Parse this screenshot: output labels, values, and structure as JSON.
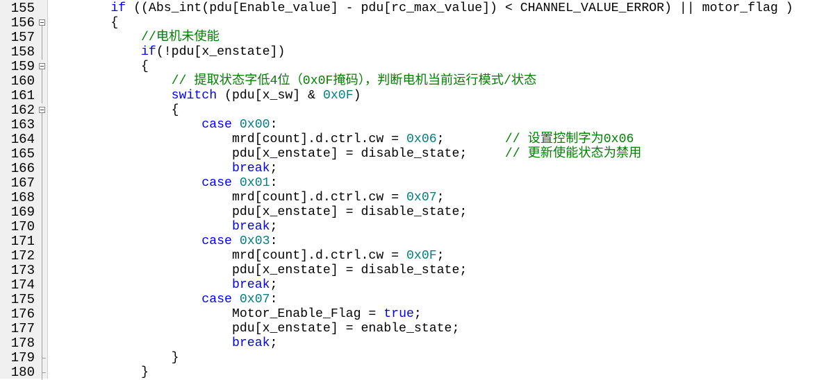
{
  "colors": {
    "gutter_bg": "#f0f0f0",
    "keyword": "#0000ff",
    "number": "#008080",
    "comment": "#008000",
    "text": "#000000"
  },
  "lines": [
    {
      "n": "155",
      "fold": "none",
      "segs": [
        {
          "t": "        "
        },
        {
          "t": "if",
          "c": "kw"
        },
        {
          "t": " ((Abs_int(pdu[Enable_value] - pdu[rc_max_value]) < CHANNEL_VALUE_ERROR) || motor_flag )"
        }
      ]
    },
    {
      "n": "156",
      "fold": "open",
      "segs": [
        {
          "t": "        {"
        }
      ]
    },
    {
      "n": "157",
      "fold": "line",
      "segs": [
        {
          "t": "            "
        },
        {
          "t": "//电机未使能",
          "c": "cm"
        }
      ]
    },
    {
      "n": "158",
      "fold": "line",
      "segs": [
        {
          "t": "            "
        },
        {
          "t": "if",
          "c": "kw"
        },
        {
          "t": "(!pdu[x_enstate])"
        }
      ]
    },
    {
      "n": "159",
      "fold": "open",
      "segs": [
        {
          "t": "            {"
        }
      ]
    },
    {
      "n": "160",
      "fold": "line",
      "segs": [
        {
          "t": "                "
        },
        {
          "t": "// 提取状态字低4位（0x0F掩码），判断电机当前运行模式/状态",
          "c": "cm"
        }
      ]
    },
    {
      "n": "161",
      "fold": "line",
      "segs": [
        {
          "t": "                "
        },
        {
          "t": "switch",
          "c": "kw"
        },
        {
          "t": " (pdu[x_sw] & "
        },
        {
          "t": "0x0F",
          "c": "num"
        },
        {
          "t": ")"
        }
      ]
    },
    {
      "n": "162",
      "fold": "open",
      "segs": [
        {
          "t": "                {"
        }
      ]
    },
    {
      "n": "163",
      "fold": "line",
      "segs": [
        {
          "t": "                    "
        },
        {
          "t": "case",
          "c": "kw"
        },
        {
          "t": " "
        },
        {
          "t": "0x00",
          "c": "num"
        },
        {
          "t": ":"
        }
      ]
    },
    {
      "n": "164",
      "fold": "line",
      "segs": [
        {
          "t": "                        mrd[count].d.ctrl.cw = "
        },
        {
          "t": "0x06",
          "c": "num"
        },
        {
          "t": ";        "
        },
        {
          "t": "// 设置控制字为0x06",
          "c": "cm"
        }
      ]
    },
    {
      "n": "165",
      "fold": "line",
      "segs": [
        {
          "t": "                        pdu[x_enstate] = disable_state;     "
        },
        {
          "t": "// 更新使能状态为禁用",
          "c": "cm"
        }
      ]
    },
    {
      "n": "166",
      "fold": "line",
      "segs": [
        {
          "t": "                        "
        },
        {
          "t": "break",
          "c": "kw"
        },
        {
          "t": ";"
        }
      ]
    },
    {
      "n": "167",
      "fold": "line",
      "segs": [
        {
          "t": "                    "
        },
        {
          "t": "case",
          "c": "kw"
        },
        {
          "t": " "
        },
        {
          "t": "0x01",
          "c": "num"
        },
        {
          "t": ":"
        }
      ]
    },
    {
      "n": "168",
      "fold": "line",
      "segs": [
        {
          "t": "                        mrd[count].d.ctrl.cw = "
        },
        {
          "t": "0x07",
          "c": "num"
        },
        {
          "t": ";"
        }
      ]
    },
    {
      "n": "169",
      "fold": "line",
      "segs": [
        {
          "t": "                        pdu[x_enstate] = disable_state;"
        }
      ]
    },
    {
      "n": "170",
      "fold": "line",
      "segs": [
        {
          "t": "                        "
        },
        {
          "t": "break",
          "c": "kw"
        },
        {
          "t": ";"
        }
      ]
    },
    {
      "n": "171",
      "fold": "line",
      "segs": [
        {
          "t": "                    "
        },
        {
          "t": "case",
          "c": "kw"
        },
        {
          "t": " "
        },
        {
          "t": "0x03",
          "c": "num"
        },
        {
          "t": ":"
        }
      ]
    },
    {
      "n": "172",
      "fold": "line",
      "segs": [
        {
          "t": "                        mrd[count].d.ctrl.cw = "
        },
        {
          "t": "0x0F",
          "c": "num"
        },
        {
          "t": ";"
        }
      ]
    },
    {
      "n": "173",
      "fold": "line",
      "segs": [
        {
          "t": "                        pdu[x_enstate] = disable_state;"
        }
      ]
    },
    {
      "n": "174",
      "fold": "line",
      "segs": [
        {
          "t": "                        "
        },
        {
          "t": "break",
          "c": "kw"
        },
        {
          "t": ";"
        }
      ]
    },
    {
      "n": "175",
      "fold": "line",
      "segs": [
        {
          "t": "                    "
        },
        {
          "t": "case",
          "c": "kw"
        },
        {
          "t": " "
        },
        {
          "t": "0x07",
          "c": "num"
        },
        {
          "t": ":"
        }
      ]
    },
    {
      "n": "176",
      "fold": "line",
      "segs": [
        {
          "t": "                        Motor_Enable_Flag = "
        },
        {
          "t": "true",
          "c": "kw"
        },
        {
          "t": ";"
        }
      ]
    },
    {
      "n": "177",
      "fold": "line",
      "segs": [
        {
          "t": "                        pdu[x_enstate] = enable_state;"
        }
      ]
    },
    {
      "n": "178",
      "fold": "line",
      "segs": [
        {
          "t": "                        "
        },
        {
          "t": "break",
          "c": "kw"
        },
        {
          "t": ";"
        }
      ]
    },
    {
      "n": "179",
      "fold": "end",
      "segs": [
        {
          "t": "                }"
        }
      ]
    },
    {
      "n": "180",
      "fold": "end",
      "segs": [
        {
          "t": "            }"
        }
      ]
    }
  ]
}
